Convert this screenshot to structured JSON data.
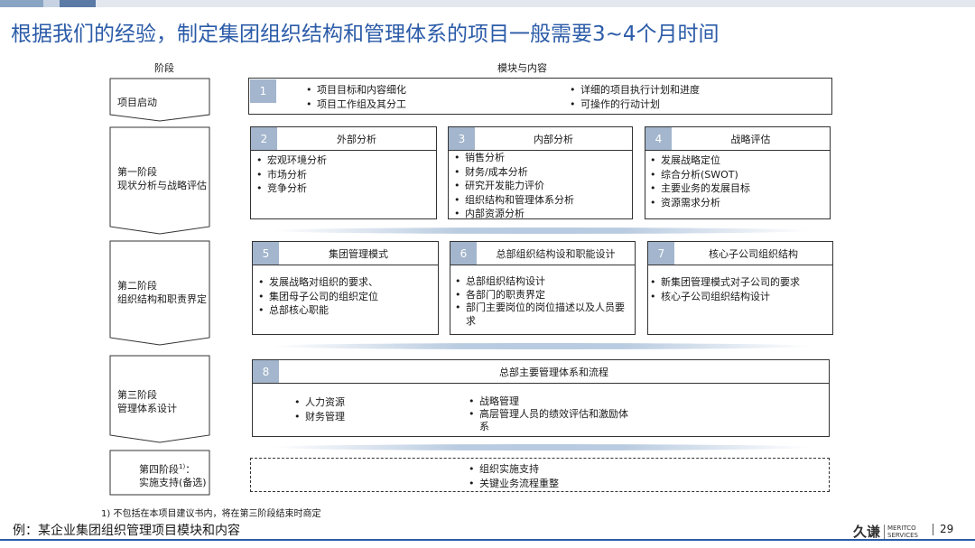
{
  "title": "根据我们的经验，制定集团组织结构和管理体系的项目一般需要3~4个月时间",
  "headers": {
    "stage": "阶段",
    "content": "模块与内容"
  },
  "stages": {
    "s0": {
      "label": "项目启动"
    },
    "s1": {
      "label_line1": "第一阶段",
      "label_line2": "现状分析与战略评估"
    },
    "s2": {
      "label_line1": "第二阶段",
      "label_line2": "组织结构和职责界定"
    },
    "s3": {
      "label_line1": "第三阶段",
      "label_line2": "管理体系设计"
    },
    "s4": {
      "label_line1": "第四阶段",
      "sup": "1)",
      "label_tail": "：",
      "label_line2": "实施支持(备选)"
    }
  },
  "modules": {
    "m1": {
      "num": "1",
      "col1": [
        "项目目标和内容细化",
        "项目工作组及其分工"
      ],
      "col2": [
        "详细的项目执行计划和进度",
        "可操作的行动计划"
      ]
    },
    "m2": {
      "num": "2",
      "title": "外部分析",
      "items": [
        "宏观环境分析",
        "市场分析",
        "竞争分析"
      ]
    },
    "m3": {
      "num": "3",
      "title": "内部分析",
      "items": [
        "销售分析",
        "财务/成本分析",
        "研究开发能力评价",
        "组织结构和管理体系分析",
        "内部资源分析"
      ]
    },
    "m4": {
      "num": "4",
      "title": "战略评估",
      "items": [
        "发展战略定位",
        "综合分析(SWOT)",
        "主要业务的发展目标",
        "资源需求分析"
      ]
    },
    "m5": {
      "num": "5",
      "title": "集团管理模式",
      "items": [
        "发展战略对组织的要求、",
        "集团母子公司的组织定位",
        "总部核心职能"
      ]
    },
    "m6": {
      "num": "6",
      "title": "总部组织结构设和职能设计",
      "items": [
        "总部组织结构设计",
        "各部门的职责界定",
        "部门主要岗位的岗位描述以及人员要求"
      ]
    },
    "m7": {
      "num": "7",
      "title": "核心子公司组织结构",
      "items": [
        "新集团管理模式对子公司的要求",
        "核心子公司组织结构设计"
      ]
    },
    "m8": {
      "num": "8",
      "title": "总部主要管理体系和流程",
      "col1": [
        "人力资源",
        "财务管理"
      ],
      "col2": [
        "战略管理",
        "高层管理人员的绩效评估和激励体系"
      ]
    },
    "m9": {
      "items": [
        "组织实施支持",
        "关键业务流程重整"
      ]
    }
  },
  "footnote": "1) 不包括在本项目建议书内，将在第三阶段结束时商定",
  "caption": "例：某企业集团组织管理项目模块和内容",
  "logo": {
    "cn": "久谦",
    "en1": "MERITCO",
    "en2": "SERVICES"
  },
  "page": "29",
  "colors": {
    "title": "#2b5ba8",
    "number_tag": "#a3b6cd",
    "separator": "#b9cbe0"
  }
}
